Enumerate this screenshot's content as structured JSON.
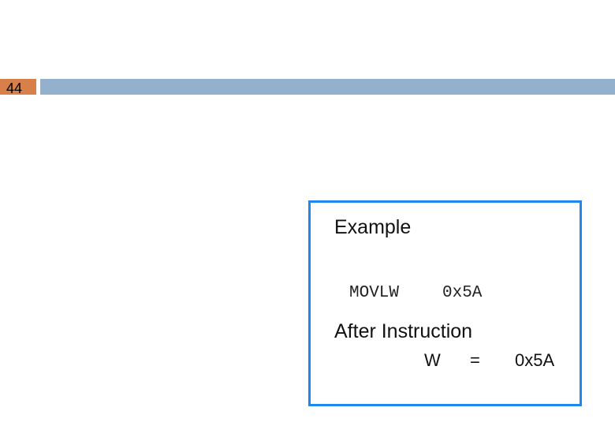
{
  "slide": {
    "number": "44",
    "colors": {
      "number_box": "#d8804a",
      "header_bar": "#93b1cc",
      "example_border": "#1e88f0"
    }
  },
  "example": {
    "title": "Example",
    "instruction": {
      "opcode": "MOVLW",
      "operand": "0x5A"
    },
    "after_label": "After Instruction",
    "result": {
      "register": "W",
      "equals": "=",
      "value": "0x5A"
    }
  }
}
